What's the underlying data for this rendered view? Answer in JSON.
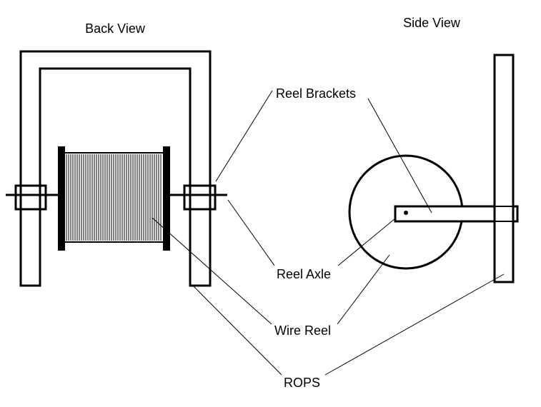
{
  "back_view": {
    "title": "Back View"
  },
  "side_view": {
    "title": "Side View"
  },
  "callouts": {
    "reel_brackets": "Reel Brackets",
    "reel_axle": "Reel Axle",
    "wire_reel": "Wire Reel",
    "rops": "ROPS"
  }
}
